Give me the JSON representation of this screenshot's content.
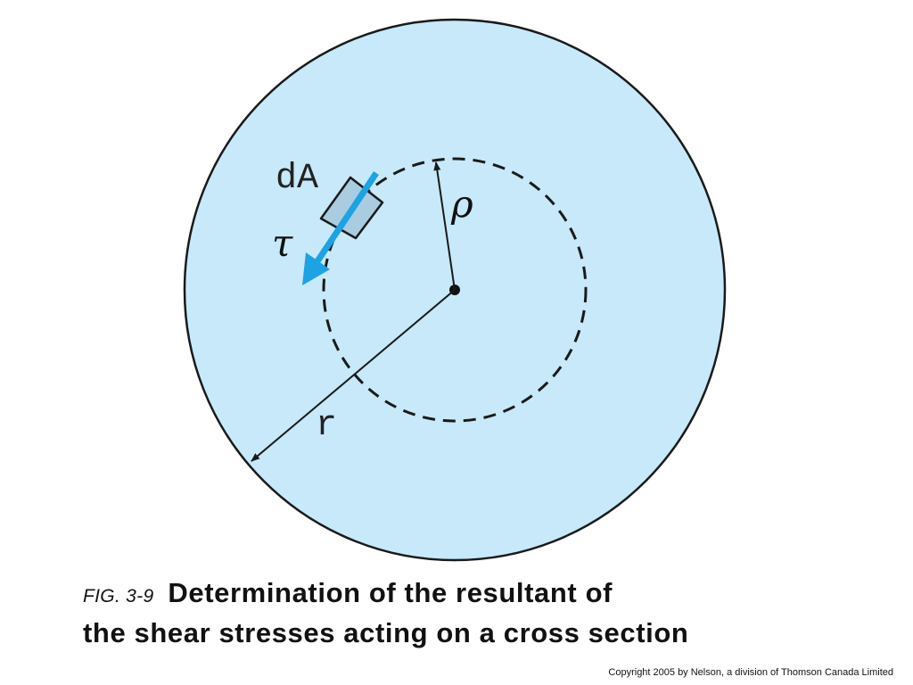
{
  "figure": {
    "labels": {
      "area_element": "dA",
      "shear_stress": "τ",
      "radial_distance": "ρ",
      "outer_radius": "r"
    },
    "colors": {
      "cross_section_fill": "#c7e9fa",
      "outline": "#1a1a1a",
      "area_element_fill": "#a9cce0",
      "shear_arrow": "#1ca3e3"
    }
  },
  "caption": {
    "figure_number": "FIG. 3-9",
    "title_line1": "Determination of the resultant of",
    "title_line2": "the shear stresses acting on a cross section"
  },
  "copyright": "Copyright 2005 by Nelson, a division of Thomson Canada Limited"
}
